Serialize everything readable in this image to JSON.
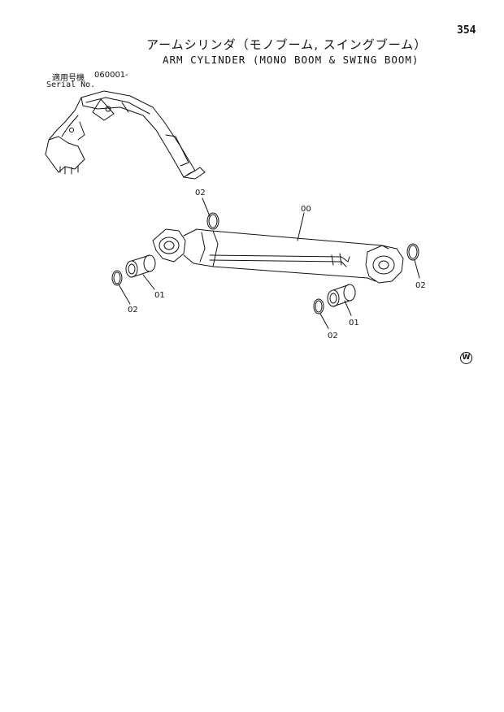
{
  "page_number": "354",
  "title_jp": "アームシリンダ（モノブーム, スイングブーム）",
  "title_en": "ARM CYLINDER (MONO BOOM & SWING BOOM)",
  "serial": {
    "label_jp": "適用号機",
    "value": "060001-",
    "label_en": "Serial No."
  },
  "callouts": {
    "assembly": "00",
    "bushing_left": "01",
    "bushing_right": "01",
    "ring_top_left": "02",
    "ring_left": "02",
    "ring_right_end": "02",
    "ring_bottom_right": "02"
  },
  "region_mark": "W"
}
